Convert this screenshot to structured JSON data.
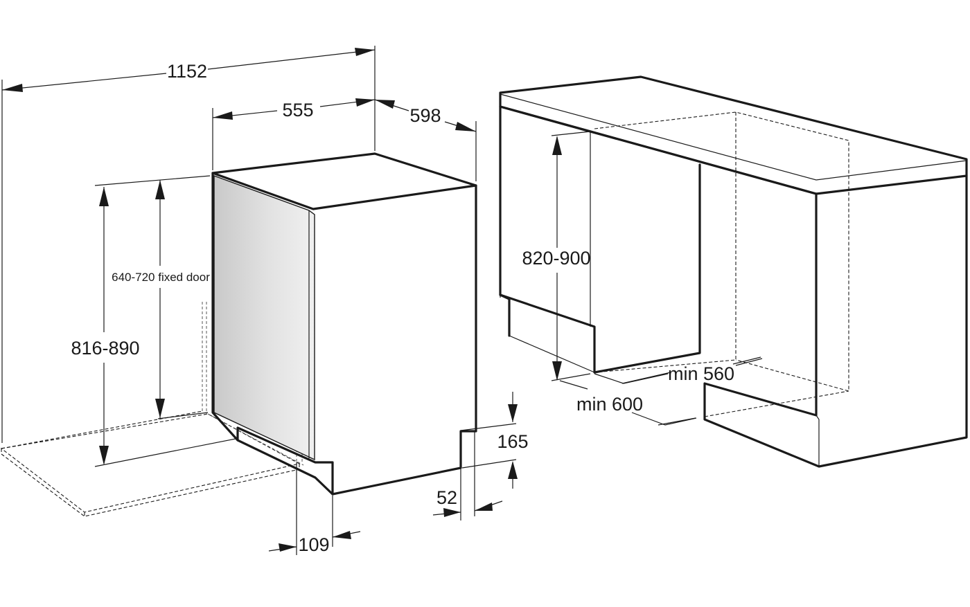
{
  "dimensions": {
    "total_width": "1152",
    "niche_width": "555",
    "appliance_depth": "598",
    "fixed_door": "640-720 fixed door",
    "appliance_height": "816-890",
    "plinth_height": "165",
    "plinth_depth": "52",
    "door_offset": "109",
    "niche_height": "820-900",
    "min_width": "min 560",
    "min_depth": "min 600"
  }
}
